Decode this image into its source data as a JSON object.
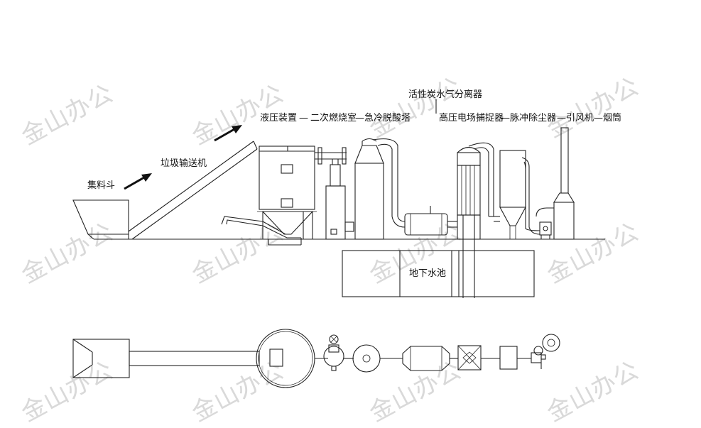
{
  "watermark": "金山办公",
  "labels": {
    "hopper": "集料斗",
    "conveyor": "垃圾输送机",
    "hydraulic": "液压装置",
    "secondary_chamber": "二次燃烧室",
    "quench_tower": "急冷脱酸塔",
    "activated_carbon": "活性炭",
    "water_separator": "水气分离器",
    "esp": "高压电场捕捉器",
    "pulse_dust": "脉冲除尘器",
    "fan": "引风机",
    "chimney": "烟筒",
    "pool": "地下水池"
  },
  "separators": {
    "dash1": "—",
    "dash2": "—",
    "dash3": "—",
    "dash4": "—",
    "dash5": "—"
  }
}
